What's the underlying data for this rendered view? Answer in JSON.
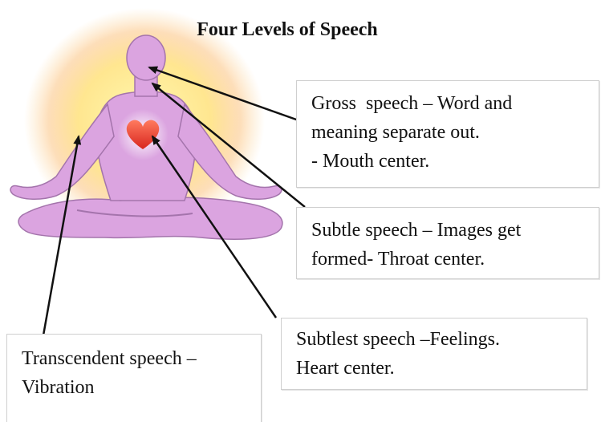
{
  "title": "Four Levels of Speech",
  "colors": {
    "figure_fill": "#dba4e0",
    "figure_stroke": "#a070a8",
    "glow_inner": "#fff7a8",
    "glow_outer": "#fcd9a0",
    "heart": "#ee4b3b",
    "arrow": "#111111"
  },
  "labels": {
    "gross": {
      "line1": "Gross  speech – Word and",
      "line2": "meaning separate out.",
      "line3": "- Mouth center."
    },
    "subtle": {
      "line1": "Subtle speech – Images get",
      "line2": "formed- Throat center."
    },
    "subtlest": {
      "line1": "Subtlest speech –Feelings.",
      "line2": "Heart center."
    },
    "transcendent": {
      "line1": "Transcendent speech –",
      "line2": "Vibration"
    }
  }
}
